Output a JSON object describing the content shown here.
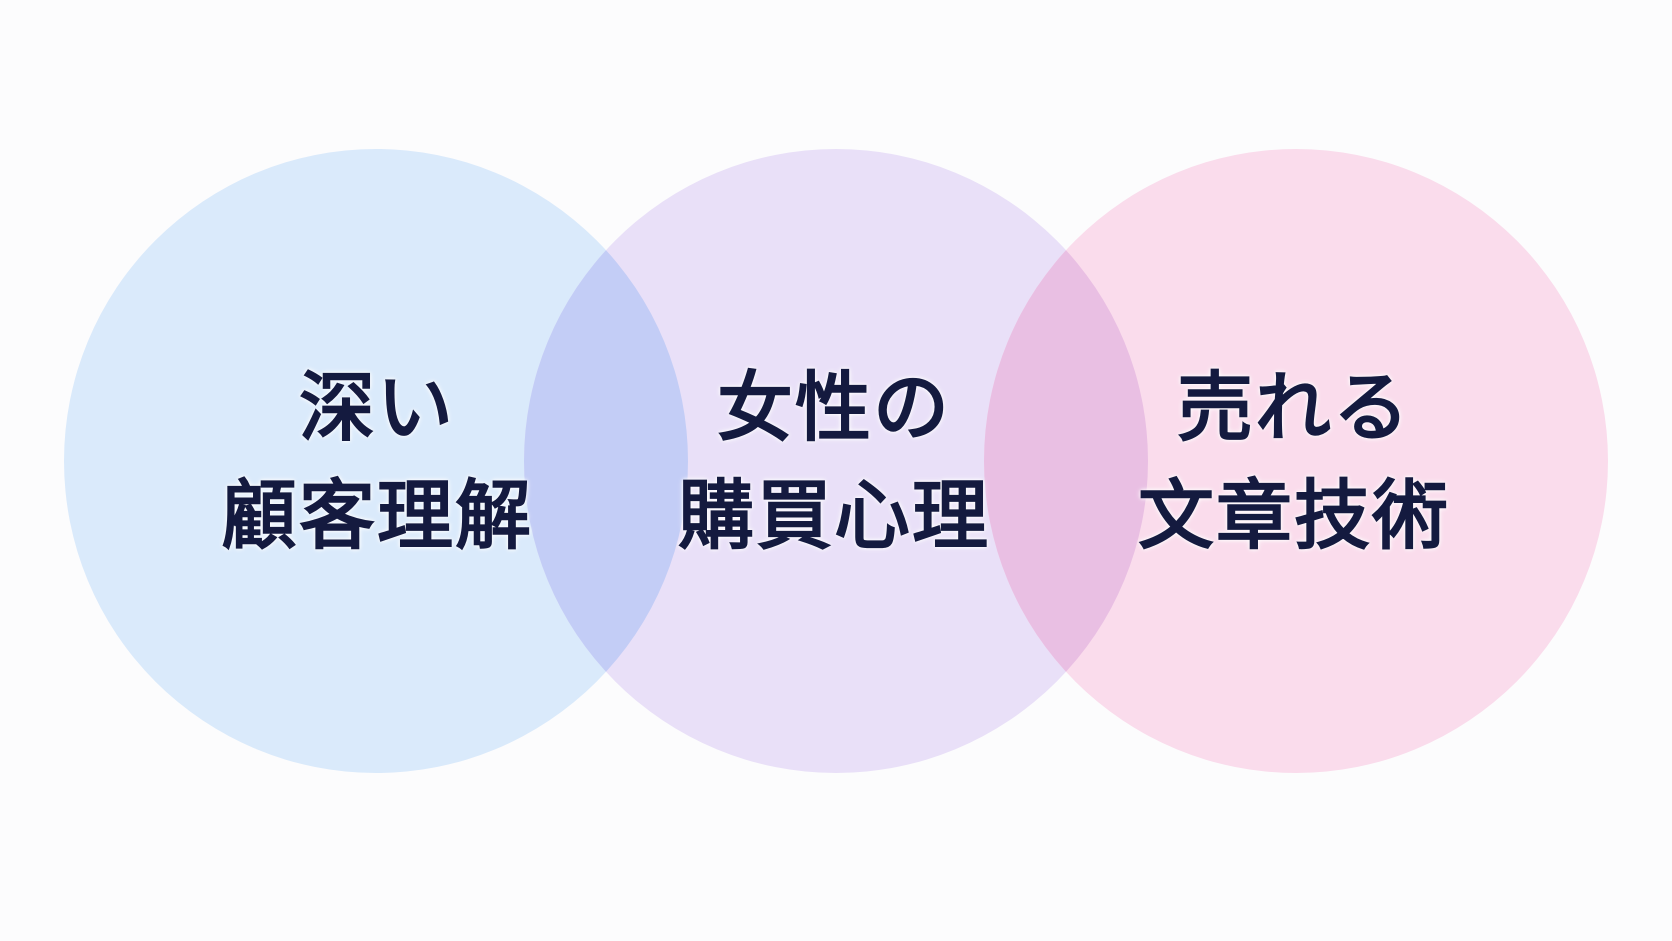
{
  "circles": [
    {
      "id": "left",
      "lines": [
        "深い",
        "顧客理解"
      ],
      "color": "#daeafb"
    },
    {
      "id": "center",
      "lines": [
        "女性の",
        "購買心理"
      ],
      "color": "#e9e0f8"
    },
    {
      "id": "right",
      "lines": [
        "売れる",
        "文章技術"
      ],
      "color": "#fadcec"
    }
  ],
  "overlaps": {
    "left_center": "#c3cdf6",
    "center_right": "#e9bfe3"
  },
  "text_color": "#141a3f",
  "background": "#fcfcfd"
}
